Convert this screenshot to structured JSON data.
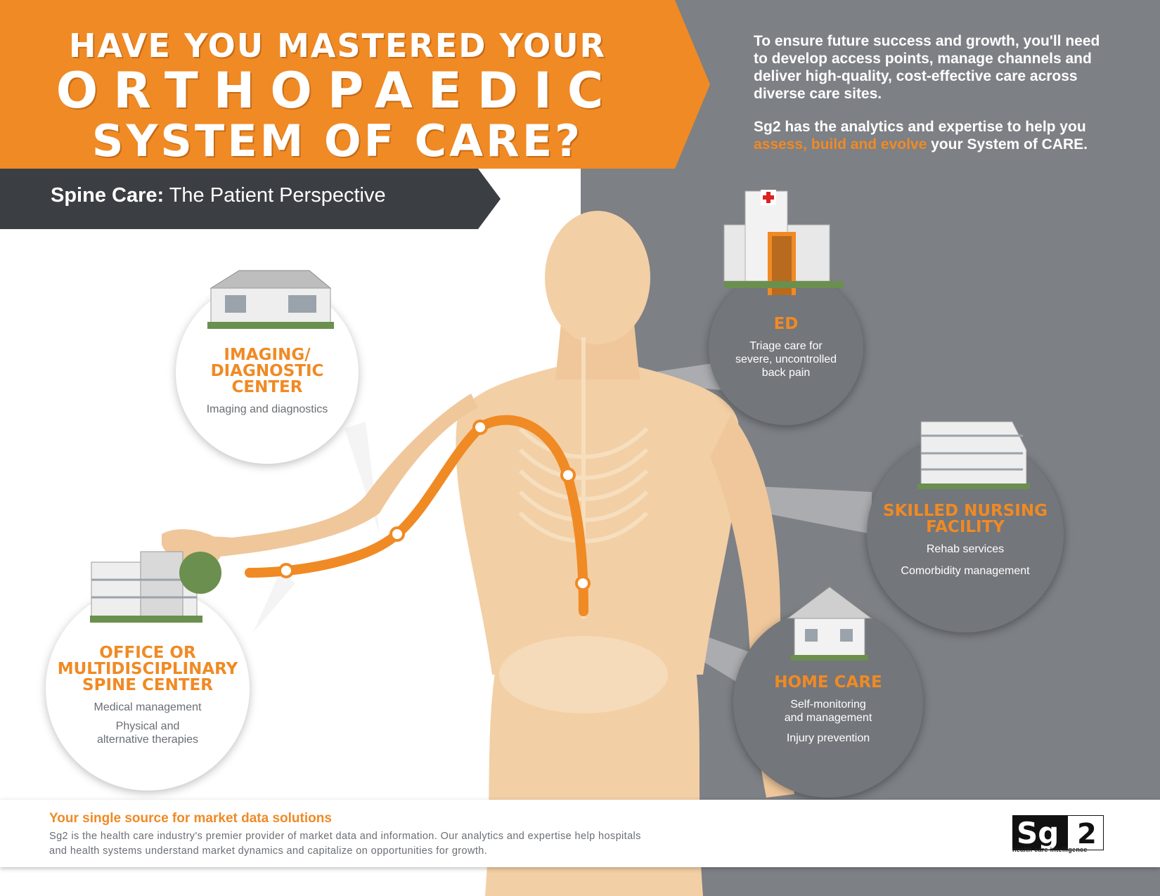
{
  "headline": {
    "line1": "HAVE YOU MASTERED YOUR",
    "line2": "ORTHOPAEDIC",
    "line3": "SYSTEM OF CARE?"
  },
  "intro": {
    "paragraph1": "To ensure future success and growth, you'll need to develop access points, manage channels and deliver high-quality, cost-effective care across diverse care sites.",
    "paragraph2_prefix": "Sg2 has the analytics and expertise to help you",
    "paragraph2_accent": "assess, build and evolve",
    "paragraph2_suffix": "your System of CARE."
  },
  "subtitle": {
    "bold": "Spine Care:",
    "rest": "The Patient Perspective"
  },
  "care_sites": {
    "imaging": {
      "title1": "IMAGING/",
      "title2": "DIAGNOSTIC",
      "title3": "CENTER",
      "desc1": "Imaging and diagnostics"
    },
    "office": {
      "title1": "OFFICE OR",
      "title2": "MULTIDISCIPLINARY",
      "title3": "SPINE CENTER",
      "desc1": "Medical management",
      "desc2": "Physical and",
      "desc3": "alternative therapies"
    },
    "ed": {
      "title1": "ED",
      "desc1": "Triage care for",
      "desc2": "severe, uncontrolled",
      "desc3": "back pain"
    },
    "snf": {
      "title1": "SKILLED NURSING",
      "title2": "FACILITY",
      "desc1": "Rehab services",
      "desc2": "Comorbidity management"
    },
    "home": {
      "title1": "HOME CARE",
      "desc1": "Self-monitoring",
      "desc2": "and management",
      "desc3": "Injury prevention"
    }
  },
  "footer": {
    "title": "Your single source for market data solutions",
    "body": "Sg2 is the health care industry's premier provider of market data and information. Our analytics and expertise help hospitals and health systems understand market dynamics and capitalize on opportunities for growth.",
    "logo_text": "Sg2",
    "logo_tagline": "health care intelligence"
  },
  "colors": {
    "orange": "#f08a24",
    "gray_panel": "#7d8085",
    "dark_bar": "#3b3e42",
    "skin": "#f3cfa5"
  },
  "icons": [
    "hospital-icon",
    "clinic-icon",
    "office-building-icon",
    "nursing-facility-icon",
    "house-icon"
  ]
}
